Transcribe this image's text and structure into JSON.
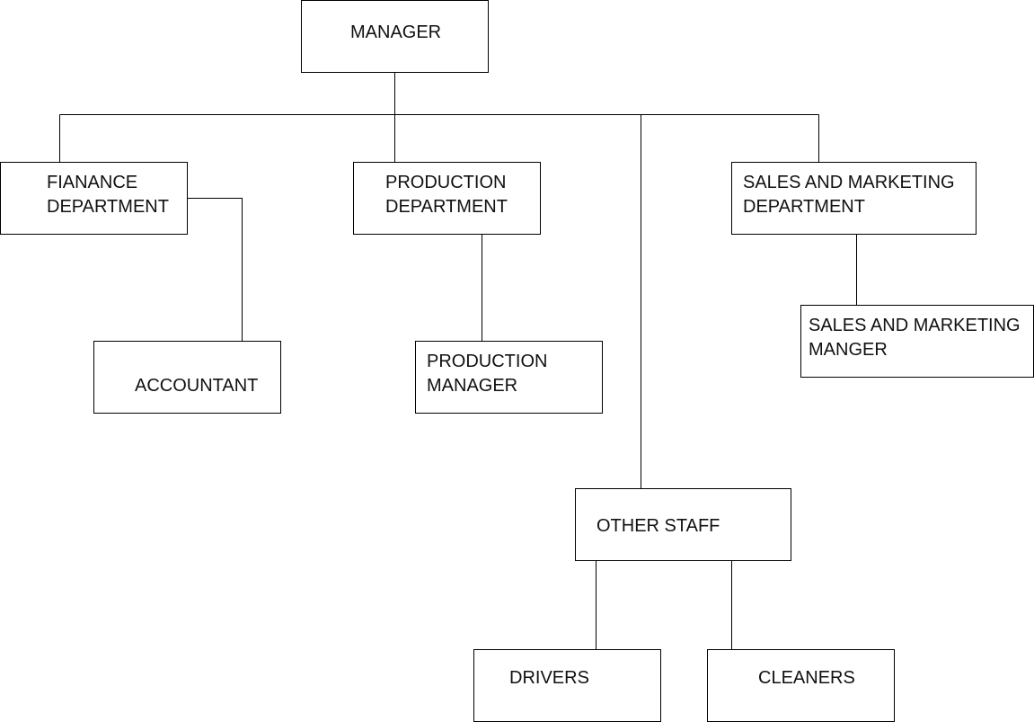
{
  "org_chart": {
    "manager": "MANAGER",
    "finance_department": "FIANANCE\nDEPARTMENT",
    "production_department": "PRODUCTION\nDEPARTMENT",
    "sales_marketing_department": "SALES AND MARKETING\nDEPARTMENT",
    "accountant": "ACCOUNTANT",
    "production_manager": "PRODUCTION\nMANAGER",
    "sales_marketing_manager": "SALES AND MARKETING\nMANGER",
    "other_staff": "OTHER STAFF",
    "drivers": "DRIVERS",
    "cleaners": "CLEANERS"
  },
  "colors": {
    "stroke": "#000000",
    "background": "#ffffff"
  }
}
